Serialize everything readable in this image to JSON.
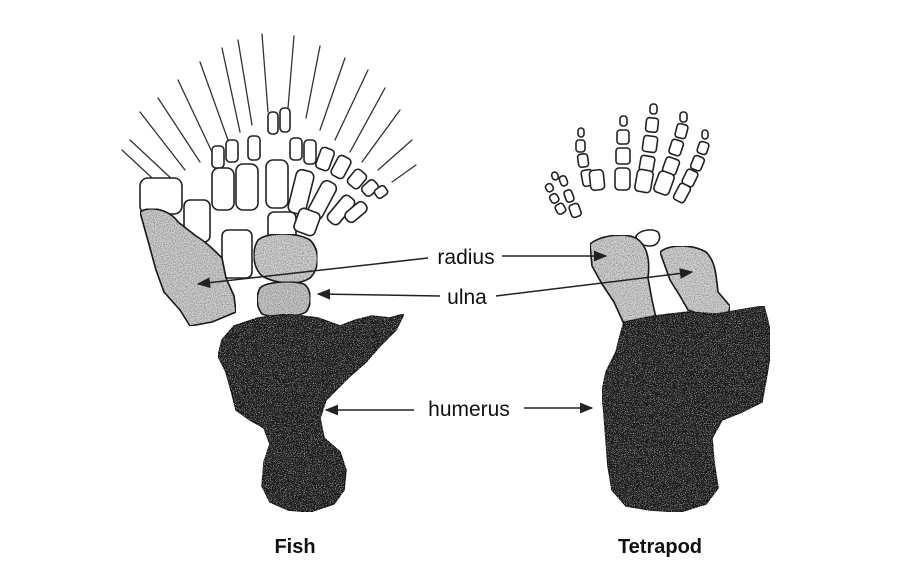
{
  "labels": {
    "radius": "radius",
    "ulna": "ulna",
    "humerus": "humerus"
  },
  "captions": {
    "fish": "Fish",
    "tetrapod": "Tetrapod"
  },
  "colors": {
    "humerus": "#1f1f1f",
    "light_bone": "#d9d9d9",
    "outline": "#222222"
  }
}
